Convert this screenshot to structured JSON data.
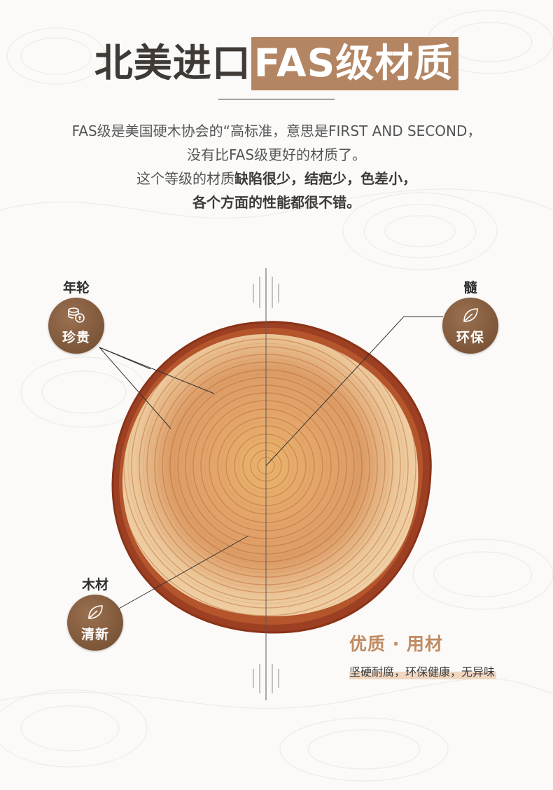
{
  "headline": {
    "plain": "北美进口",
    "highlight": "FAS级材质"
  },
  "intro": {
    "line1": "FAS级是美国硬木协会的“高标准，意思是FIRST AND SECOND，",
    "line2": "没有比FAS级更好的材质了。",
    "line3_a": "这个等级的材质",
    "line3_b": "缺陷很少，结疤少，色差小，",
    "line4": "各个方面的性能都很不错。"
  },
  "badges": [
    {
      "label": "年轮",
      "text": "珍贵",
      "icon": "coins-stack-icon"
    },
    {
      "label": "髓",
      "text": "环保",
      "icon": "leaf-icon"
    },
    {
      "label": "木材",
      "text": "清新",
      "icon": "leaf-icon"
    }
  ],
  "feature": {
    "title": "优质 · 用材",
    "subtitle": "坚硬耐腐，环保健康，无异味"
  },
  "colors": {
    "accent": "#b48562",
    "badge": "#7d5639",
    "feature_title": "#c08b63",
    "highlight_bar": "#f1d6c0"
  }
}
